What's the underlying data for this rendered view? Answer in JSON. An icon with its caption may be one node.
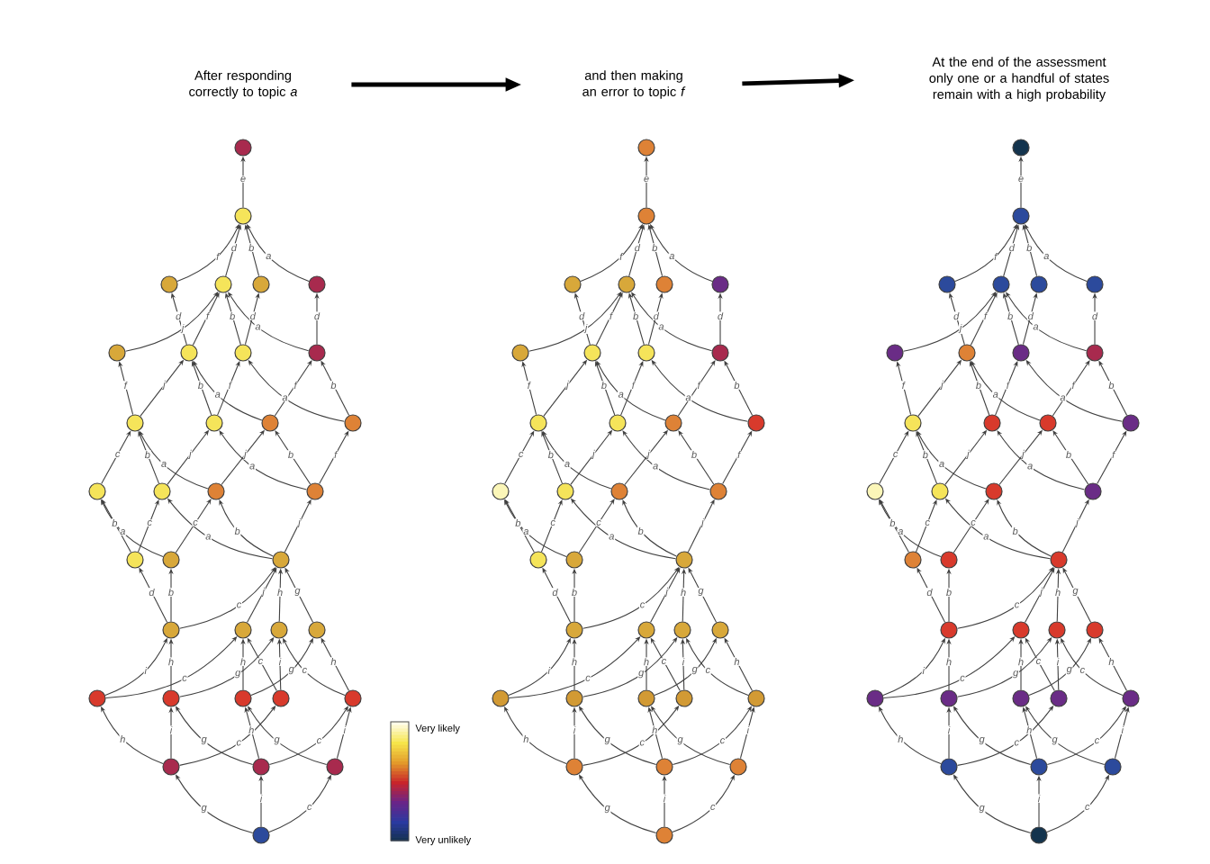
{
  "diagram": {
    "nodes": [
      {
        "text": [
          "After responding correctly to topic *a*"
        ]
      },
      {
        "text": [
          "and then making an error to topic *f*"
        ]
      },
      {
        "text": [
          "At the end of the assessment only one or a handful of states remain with a high probability"
        ]
      },
      {
        "text": [],
        "shape": "circle"
      },
      {
        "text": [],
        "shape": "circle"
      },
      {
        "text": [],
        "shape": "circle"
      },
      {
        "text": [],
        "shape": "circle"
      },
      {
        "text": [],
        "shape": "circle"
      },
      {
        "text": [],
        "shape": "circle"
      },
      {
        "text": [],
        "shape": "circle"
      },
      {
        "text": [],
        "shape": "circle"
      },
      {
        "text": [],
        "shape": "circle"
      },
      {
        "text": [],
        "shape": "circle"
      },
      {
        "text": [],
        "shape": "circle"
      },
      {
        "text": [],
        "shape": "circle"
      },
      {
        "text": [],
        "shape": "circle"
      },
      {
        "text": [],
        "shape": "circle"
      },
      {
        "text": [],
        "shape": "circle"
      },
      {
        "text": [],
        "shape": "circle"
      },
      {
        "text": [],
        "shape": "circle"
      },
      {
        "text": [],
        "shape": "circle"
      },
      {
        "text": [],
        "shape": "circle"
      },
      {
        "text": [],
        "shape": "circle"
      },
      {
        "text": [],
        "shape": "circle"
      },
      {
        "text": [],
        "shape": "circle"
      },
      {
        "text": [],
        "shape": "circle"
      },
      {
        "text": [],
        "shape": "circle"
      },
      {
        "text": [],
        "shape": "circle"
      },
      {
        "text": [],
        "shape": "circle"
      },
      {
        "text": [],
        "shape": "circle"
      },
      {
        "text": [],
        "shape": "circle"
      },
      {
        "text": [],
        "shape": "circle"
      },
      {
        "text": [],
        "shape": "circle"
      },
      {
        "text": [],
        "shape": "circle"
      },
      {
        "text": [],
        "shape": "circle"
      },
      {
        "text": [],
        "shape": "circle"
      },
      {
        "text": [],
        "shape": "circle"
      },
      {
        "text": [],
        "shape": "circle"
      },
      {
        "text": [],
        "shape": "circle"
      },
      {
        "text": [],
        "shape": "circle"
      },
      {
        "text": [],
        "shape": "circle"
      },
      {
        "text": [],
        "shape": "circle"
      },
      {
        "text": [],
        "shape": "circle"
      },
      {
        "text": [],
        "shape": "circle"
      },
      {
        "text": [],
        "shape": "circle"
      },
      {
        "text": [],
        "shape": "circle"
      },
      {
        "text": [],
        "shape": "circle"
      },
      {
        "text": [],
        "shape": "circle"
      },
      {
        "text": [],
        "shape": "circle"
      },
      {
        "text": [],
        "shape": "circle"
      },
      {
        "text": [],
        "shape": "circle"
      },
      {
        "text": [],
        "shape": "circle"
      },
      {
        "text": [],
        "shape": "circle"
      },
      {
        "text": [],
        "shape": "circle"
      },
      {
        "text": [],
        "shape": "circle"
      },
      {
        "text": [],
        "shape": "circle"
      },
      {
        "text": [],
        "shape": "circle"
      },
      {
        "text": [],
        "shape": "circle"
      },
      {
        "text": [],
        "shape": "circle"
      },
      {
        "text": [],
        "shape": "circle"
      },
      {
        "text": [],
        "shape": "circle"
      },
      {
        "text": [],
        "shape": "circle"
      },
      {
        "text": [],
        "shape": "circle"
      },
      {
        "text": [],
        "shape": "circle"
      },
      {
        "text": [],
        "shape": "circle"
      },
      {
        "text": [],
        "shape": "circle"
      },
      {
        "text": [],
        "shape": "circle"
      },
      {
        "text": [],
        "shape": "circle"
      },
      {
        "text": [],
        "shape": "circle"
      },
      {
        "text": [],
        "shape": "circle"
      },
      {
        "text": [],
        "shape": "circle"
      },
      {
        "text": [],
        "shape": "circle"
      },
      {
        "text": [],
        "shape": "circle"
      },
      {
        "text": [],
        "shape": "circle"
      },
      {
        "text": [],
        "shape": "circle"
      },
      {
        "text": [],
        "shape": "circle"
      },
      {
        "text": [],
        "shape": "circle"
      },
      {
        "text": [],
        "shape": "circle"
      },
      {
        "text": [],
        "shape": "circle"
      },
      {
        "text": [],
        "shape": "circle"
      },
      {
        "text": [],
        "shape": "circle"
      },
      {
        "text": [],
        "shape": "circle"
      },
      {
        "text": [],
        "shape": "circle"
      },
      {
        "text": [],
        "shape": "circle"
      },
      {
        "text": [],
        "shape": "circle"
      },
      {
        "text": [],
        "shape": "circle"
      },
      {
        "text": [],
        "shape": "circle"
      },
      {
        "text": [],
        "shape": "circle"
      },
      {
        "text": [],
        "shape": "circle"
      },
      {
        "text": [],
        "shape": "circle"
      },
      {
        "text": [],
        "shape": "circle"
      },
      {
        "text": [],
        "shape": "circle"
      },
      {
        "text": [],
        "shape": "circle"
      },
      {
        "text": [],
        "shape": "circle"
      },
      {
        "text": [],
        "shape": "circle"
      },
      {
        "text": [],
        "shape": "circle"
      },
      {
        "text": [],
        "shape": "circle"
      },
      {
        "text": [],
        "shape": "circle"
      },
      {
        "text": [],
        "shape": "circle"
      },
      {
        "text": [],
        "shape": "circle"
      },
      {
        "text": [],
        "shape": "circle"
      },
      {
        "text": [],
        "shape": "circle"
      },
      {
        "text": [],
        "shape": "circle"
      },
      {
        "text": [],
        "shape": "circle"
      },
      {
        "text": [],
        "shape": "circle"
      }
    ],
    "edges": [
      {
        "from": 0,
        "to": 1,
        "arrow": "to",
        "style": "thick"
      },
      {
        "from": 1,
        "to": 2,
        "arrow": "to",
        "style": "thick"
      },
      {
        "from": 4,
        "to": 3,
        "arrow": "to",
        "label": "e"
      },
      {
        "from": 5,
        "to": 4,
        "arrow": "to",
        "label": "f"
      },
      {
        "from": 6,
        "to": 4,
        "arrow": "to",
        "label": "d"
      },
      {
        "from": 7,
        "to": 4,
        "arrow": "to",
        "label": "b"
      },
      {
        "from": 8,
        "to": 4,
        "arrow": "to",
        "label": "a"
      },
      {
        "from": 9,
        "to": 6,
        "arrow": "to",
        "label": "j"
      },
      {
        "from": 10,
        "to": 5,
        "arrow": "to",
        "label": "d"
      },
      {
        "from": 10,
        "to": 6,
        "arrow": "to",
        "label": "f"
      },
      {
        "from": 11,
        "to": 6,
        "arrow": "to",
        "label": "b"
      },
      {
        "from": 11,
        "to": 7,
        "arrow": "to",
        "label": "d"
      },
      {
        "from": 12,
        "to": 6,
        "arrow": "to",
        "label": "a"
      },
      {
        "from": 12,
        "to": 8,
        "arrow": "to",
        "label": "d"
      },
      {
        "from": 13,
        "to": 9,
        "arrow": "to",
        "label": "f"
      },
      {
        "from": 13,
        "to": 10,
        "arrow": "to",
        "label": "j"
      },
      {
        "from": 14,
        "to": 10,
        "arrow": "to",
        "label": "b"
      },
      {
        "from": 14,
        "to": 11,
        "arrow": "to",
        "label": "f"
      },
      {
        "from": 15,
        "to": 10,
        "arrow": "to",
        "label": "a"
      },
      {
        "from": 15,
        "to": 12,
        "arrow": "to",
        "label": "f"
      },
      {
        "from": 16,
        "to": 12,
        "arrow": "to",
        "label": "b"
      },
      {
        "from": 16,
        "to": 11,
        "arrow": "to",
        "label": "a"
      },
      {
        "from": 17,
        "to": 13,
        "arrow": "to",
        "label": "c"
      },
      {
        "from": 18,
        "to": 13,
        "arrow": "to",
        "label": "b"
      },
      {
        "from": 18,
        "to": 14,
        "arrow": "to",
        "label": "j"
      },
      {
        "from": 19,
        "to": 13,
        "arrow": "to",
        "label": "a"
      },
      {
        "from": 19,
        "to": 15,
        "arrow": "to",
        "label": "j"
      },
      {
        "from": 20,
        "to": 14,
        "arrow": "to",
        "label": "a"
      },
      {
        "from": 20,
        "to": 15,
        "arrow": "to",
        "label": "b"
      },
      {
        "from": 20,
        "to": 16,
        "arrow": "to",
        "label": "f"
      },
      {
        "from": 21,
        "to": 17,
        "arrow": "to",
        "label": "b"
      },
      {
        "from": 21,
        "to": 18,
        "arrow": "to",
        "label": "c"
      },
      {
        "from": 22,
        "to": 17,
        "arrow": "to",
        "label": "a"
      },
      {
        "from": 22,
        "to": 19,
        "arrow": "to",
        "label": "c"
      },
      {
        "from": 23,
        "to": 18,
        "arrow": "to",
        "label": "a"
      },
      {
        "from": 23,
        "to": 19,
        "arrow": "to",
        "label": "b"
      },
      {
        "from": 23,
        "to": 20,
        "arrow": "to",
        "label": "j"
      },
      {
        "from": 24,
        "to": 21,
        "arrow": "to",
        "label": "d"
      },
      {
        "from": 24,
        "to": 22,
        "arrow": "to",
        "label": "b"
      },
      {
        "from": 24,
        "to": 23,
        "arrow": "to",
        "label": "c"
      },
      {
        "from": 25,
        "to": 23,
        "arrow": "to",
        "label": "j"
      },
      {
        "from": 26,
        "to": 23,
        "arrow": "to",
        "label": "h"
      },
      {
        "from": 27,
        "to": 23,
        "arrow": "to",
        "label": "g"
      },
      {
        "from": 28,
        "to": 24,
        "arrow": "to",
        "label": "i"
      },
      {
        "from": 28,
        "to": 25,
        "arrow": "to",
        "label": "c"
      },
      {
        "from": 29,
        "to": 24,
        "arrow": "to",
        "label": "h"
      },
      {
        "from": 29,
        "to": 26,
        "arrow": "to",
        "label": "g"
      },
      {
        "from": 30,
        "to": 25,
        "arrow": "to",
        "label": "h"
      },
      {
        "from": 30,
        "to": 27,
        "arrow": "to",
        "label": "g"
      },
      {
        "from": 31,
        "to": 26,
        "arrow": "to",
        "label": "i"
      },
      {
        "from": 31,
        "to": 25,
        "arrow": "to",
        "label": "c"
      },
      {
        "from": 32,
        "to": 26,
        "arrow": "to",
        "label": "c"
      },
      {
        "from": 32,
        "to": 27,
        "arrow": "to",
        "label": "h"
      },
      {
        "from": 33,
        "to": 28,
        "arrow": "to",
        "label": "h"
      },
      {
        "from": 33,
        "to": 29,
        "arrow": "to",
        "label": "i"
      },
      {
        "from": 33,
        "to": 31,
        "arrow": "to",
        "label": "c"
      },
      {
        "from": 34,
        "to": 29,
        "arrow": "to",
        "label": "g"
      },
      {
        "from": 34,
        "to": 30,
        "arrow": "to",
        "label": "h"
      },
      {
        "from": 34,
        "to": 32,
        "arrow": "to",
        "label": "c"
      },
      {
        "from": 35,
        "to": 30,
        "arrow": "to",
        "label": "g"
      },
      {
        "from": 35,
        "to": 32,
        "arrow": "to",
        "label": "i"
      },
      {
        "from": 36,
        "to": 33,
        "arrow": "to",
        "label": "g"
      },
      {
        "from": 36,
        "to": 34,
        "arrow": "to",
        "label": "i"
      },
      {
        "from": 36,
        "to": 35,
        "arrow": "to",
        "label": "c"
      },
      {
        "from": 38,
        "to": 37,
        "arrow": "to",
        "label": "e"
      },
      {
        "from": 39,
        "to": 38,
        "arrow": "to",
        "label": "f"
      },
      {
        "from": 40,
        "to": 38,
        "arrow": "to",
        "label": "d"
      },
      {
        "from": 41,
        "to": 38,
        "arrow": "to",
        "label": "b"
      },
      {
        "from": 42,
        "to": 38,
        "arrow": "to",
        "label": "a"
      },
      {
        "from": 43,
        "to": 40,
        "arrow": "to",
        "label": "j"
      },
      {
        "from": 44,
        "to": 39,
        "arrow": "to",
        "label": "d"
      },
      {
        "from": 44,
        "to": 40,
        "arrow": "to",
        "label": "f"
      },
      {
        "from": 45,
        "to": 40,
        "arrow": "to",
        "label": "b"
      },
      {
        "from": 45,
        "to": 41,
        "arrow": "to",
        "label": "d"
      },
      {
        "from": 46,
        "to": 40,
        "arrow": "to",
        "label": "a"
      },
      {
        "from": 46,
        "to": 42,
        "arrow": "to",
        "label": "d"
      },
      {
        "from": 47,
        "to": 43,
        "arrow": "to",
        "label": "f"
      },
      {
        "from": 47,
        "to": 44,
        "arrow": "to",
        "label": "j"
      },
      {
        "from": 48,
        "to": 44,
        "arrow": "to",
        "label": "b"
      },
      {
        "from": 48,
        "to": 45,
        "arrow": "to",
        "label": "f"
      },
      {
        "from": 49,
        "to": 44,
        "arrow": "to",
        "label": "a"
      },
      {
        "from": 49,
        "to": 46,
        "arrow": "to",
        "label": "f"
      },
      {
        "from": 50,
        "to": 46,
        "arrow": "to",
        "label": "b"
      },
      {
        "from": 50,
        "to": 45,
        "arrow": "to",
        "label": "a"
      },
      {
        "from": 51,
        "to": 47,
        "arrow": "to",
        "label": "c"
      },
      {
        "from": 52,
        "to": 47,
        "arrow": "to",
        "label": "b"
      },
      {
        "from": 52,
        "to": 48,
        "arrow": "to",
        "label": "j"
      },
      {
        "from": 53,
        "to": 47,
        "arrow": "to",
        "label": "a"
      },
      {
        "from": 53,
        "to": 49,
        "arrow": "to",
        "label": "j"
      },
      {
        "from": 54,
        "to": 48,
        "arrow": "to",
        "label": "a"
      },
      {
        "from": 54,
        "to": 49,
        "arrow": "to",
        "label": "b"
      },
      {
        "from": 54,
        "to": 50,
        "arrow": "to",
        "label": "f"
      },
      {
        "from": 55,
        "to": 51,
        "arrow": "to",
        "label": "b"
      },
      {
        "from": 55,
        "to": 52,
        "arrow": "to",
        "label": "c"
      },
      {
        "from": 56,
        "to": 51,
        "arrow": "to",
        "label": "a"
      },
      {
        "from": 56,
        "to": 53,
        "arrow": "to",
        "label": "c"
      },
      {
        "from": 57,
        "to": 52,
        "arrow": "to",
        "label": "a"
      },
      {
        "from": 57,
        "to": 53,
        "arrow": "to",
        "label": "b"
      },
      {
        "from": 57,
        "to": 54,
        "arrow": "to",
        "label": "j"
      },
      {
        "from": 58,
        "to": 55,
        "arrow": "to",
        "label": "d"
      },
      {
        "from": 58,
        "to": 56,
        "arrow": "to",
        "label": "b"
      },
      {
        "from": 58,
        "to": 57,
        "arrow": "to",
        "label": "c"
      },
      {
        "from": 59,
        "to": 57,
        "arrow": "to",
        "label": "j"
      },
      {
        "from": 60,
        "to": 57,
        "arrow": "to",
        "label": "h"
      },
      {
        "from": 61,
        "to": 57,
        "arrow": "to",
        "label": "g"
      },
      {
        "from": 62,
        "to": 58,
        "arrow": "to",
        "label": "i"
      },
      {
        "from": 62,
        "to": 59,
        "arrow": "to",
        "label": "c"
      },
      {
        "from": 63,
        "to": 58,
        "arrow": "to",
        "label": "h"
      },
      {
        "from": 63,
        "to": 60,
        "arrow": "to",
        "label": "g"
      },
      {
        "from": 64,
        "to": 59,
        "arrow": "to",
        "label": "h"
      },
      {
        "from": 64,
        "to": 61,
        "arrow": "to",
        "label": "g"
      },
      {
        "from": 65,
        "to": 60,
        "arrow": "to",
        "label": "i"
      },
      {
        "from": 65,
        "to": 59,
        "arrow": "to",
        "label": "c"
      },
      {
        "from": 66,
        "to": 60,
        "arrow": "to",
        "label": "c"
      },
      {
        "from": 66,
        "to": 61,
        "arrow": "to",
        "label": "h"
      },
      {
        "from": 67,
        "to": 62,
        "arrow": "to",
        "label": "h"
      },
      {
        "from": 67,
        "to": 63,
        "arrow": "to",
        "label": "i"
      },
      {
        "from": 67,
        "to": 65,
        "arrow": "to",
        "label": "c"
      },
      {
        "from": 68,
        "to": 63,
        "arrow": "to",
        "label": "g"
      },
      {
        "from": 68,
        "to": 64,
        "arrow": "to",
        "label": "h"
      },
      {
        "from": 68,
        "to": 66,
        "arrow": "to",
        "label": "c"
      },
      {
        "from": 69,
        "to": 64,
        "arrow": "to",
        "label": "g"
      },
      {
        "from": 69,
        "to": 66,
        "arrow": "to",
        "label": "i"
      },
      {
        "from": 70,
        "to": 67,
        "arrow": "to",
        "label": "g"
      },
      {
        "from": 70,
        "to": 68,
        "arrow": "to",
        "label": "i"
      },
      {
        "from": 70,
        "to": 69,
        "arrow": "to",
        "label": "c"
      },
      {
        "from": 72,
        "to": 71,
        "arrow": "to",
        "label": "e"
      },
      {
        "from": 73,
        "to": 72,
        "arrow": "to",
        "label": "f"
      },
      {
        "from": 74,
        "to": 72,
        "arrow": "to",
        "label": "d"
      },
      {
        "from": 75,
        "to": 72,
        "arrow": "to",
        "label": "b"
      },
      {
        "from": 76,
        "to": 72,
        "arrow": "to",
        "label": "a"
      },
      {
        "from": 77,
        "to": 74,
        "arrow": "to",
        "label": "j"
      },
      {
        "from": 78,
        "to": 73,
        "arrow": "to",
        "label": "d"
      },
      {
        "from": 78,
        "to": 74,
        "arrow": "to",
        "label": "f"
      },
      {
        "from": 79,
        "to": 74,
        "arrow": "to",
        "label": "b"
      },
      {
        "from": 79,
        "to": 75,
        "arrow": "to",
        "label": "d"
      },
      {
        "from": 80,
        "to": 74,
        "arrow": "to",
        "label": "a"
      },
      {
        "from": 80,
        "to": 76,
        "arrow": "to",
        "label": "d"
      },
      {
        "from": 81,
        "to": 77,
        "arrow": "to",
        "label": "f"
      },
      {
        "from": 81,
        "to": 78,
        "arrow": "to",
        "label": "j"
      },
      {
        "from": 82,
        "to": 78,
        "arrow": "to",
        "label": "b"
      },
      {
        "from": 82,
        "to": 79,
        "arrow": "to",
        "label": "f"
      },
      {
        "from": 83,
        "to": 78,
        "arrow": "to",
        "label": "a"
      },
      {
        "from": 83,
        "to": 80,
        "arrow": "to",
        "label": "f"
      },
      {
        "from": 84,
        "to": 80,
        "arrow": "to",
        "label": "b"
      },
      {
        "from": 84,
        "to": 79,
        "arrow": "to",
        "label": "a"
      },
      {
        "from": 85,
        "to": 81,
        "arrow": "to",
        "label": "c"
      },
      {
        "from": 86,
        "to": 81,
        "arrow": "to",
        "label": "b"
      },
      {
        "from": 86,
        "to": 82,
        "arrow": "to",
        "label": "j"
      },
      {
        "from": 87,
        "to": 81,
        "arrow": "to",
        "label": "a"
      },
      {
        "from": 87,
        "to": 83,
        "arrow": "to",
        "label": "j"
      },
      {
        "from": 88,
        "to": 82,
        "arrow": "to",
        "label": "a"
      },
      {
        "from": 88,
        "to": 83,
        "arrow": "to",
        "label": "b"
      },
      {
        "from": 88,
        "to": 84,
        "arrow": "to",
        "label": "f"
      },
      {
        "from": 89,
        "to": 85,
        "arrow": "to",
        "label": "b"
      },
      {
        "from": 89,
        "to": 86,
        "arrow": "to",
        "label": "c"
      },
      {
        "from": 90,
        "to": 85,
        "arrow": "to",
        "label": "a"
      },
      {
        "from": 90,
        "to": 87,
        "arrow": "to",
        "label": "c"
      },
      {
        "from": 91,
        "to": 86,
        "arrow": "to",
        "label": "a"
      },
      {
        "from": 91,
        "to": 87,
        "arrow": "to",
        "label": "b"
      },
      {
        "from": 91,
        "to": 88,
        "arrow": "to",
        "label": "j"
      },
      {
        "from": 92,
        "to": 89,
        "arrow": "to",
        "label": "d"
      },
      {
        "from": 92,
        "to": 90,
        "arrow": "to",
        "label": "b"
      },
      {
        "from": 92,
        "to": 91,
        "arrow": "to",
        "label": "c"
      },
      {
        "from": 93,
        "to": 91,
        "arrow": "to",
        "label": "j"
      },
      {
        "from": 94,
        "to": 91,
        "arrow": "to",
        "label": "h"
      },
      {
        "from": 95,
        "to": 91,
        "arrow": "to",
        "label": "g"
      },
      {
        "from": 96,
        "to": 92,
        "arrow": "to",
        "label": "i"
      },
      {
        "from": 96,
        "to": 93,
        "arrow": "to",
        "label": "c"
      },
      {
        "from": 97,
        "to": 92,
        "arrow": "to",
        "label": "h"
      },
      {
        "from": 97,
        "to": 94,
        "arrow": "to",
        "label": "g"
      },
      {
        "from": 98,
        "to": 93,
        "arrow": "to",
        "label": "h"
      },
      {
        "from": 98,
        "to": 95,
        "arrow": "to",
        "label": "g"
      },
      {
        "from": 99,
        "to": 94,
        "arrow": "to",
        "label": "i"
      },
      {
        "from": 99,
        "to": 93,
        "arrow": "to",
        "label": "c"
      },
      {
        "from": 100,
        "to": 94,
        "arrow": "to",
        "label": "c"
      },
      {
        "from": 100,
        "to": 95,
        "arrow": "to",
        "label": "h"
      },
      {
        "from": 101,
        "to": 96,
        "arrow": "to",
        "label": "h"
      },
      {
        "from": 101,
        "to": 97,
        "arrow": "to",
        "label": "i"
      },
      {
        "from": 101,
        "to": 99,
        "arrow": "to",
        "label": "c"
      },
      {
        "from": 102,
        "to": 97,
        "arrow": "to",
        "label": "g"
      },
      {
        "from": 102,
        "to": 98,
        "arrow": "to",
        "label": "h"
      },
      {
        "from": 102,
        "to": 100,
        "arrow": "to",
        "label": "c"
      },
      {
        "from": 103,
        "to": 98,
        "arrow": "to",
        "label": "g"
      },
      {
        "from": 103,
        "to": 100,
        "arrow": "to",
        "label": "i"
      },
      {
        "from": 104,
        "to": 101,
        "arrow": "to",
        "label": "g"
      },
      {
        "from": 104,
        "to": 102,
        "arrow": "to",
        "label": "i"
      },
      {
        "from": 104,
        "to": 103,
        "arrow": "to",
        "label": "c"
      }
    ],
    "legend": [
      {
        "text": "Very likely"
      },
      {
        "text": "Very unlikely"
      }
    ]
  }
}
